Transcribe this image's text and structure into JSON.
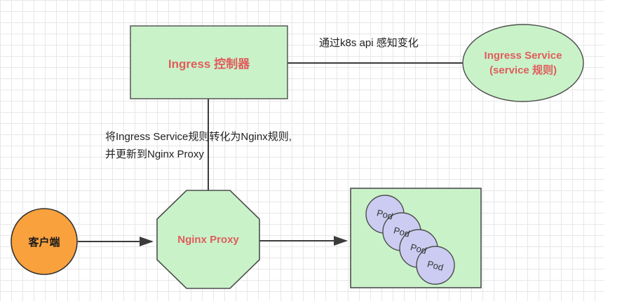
{
  "diagram": {
    "nodes": {
      "ingress_controller": {
        "label": "Ingress 控制器"
      },
      "ingress_service": {
        "label_line1": "Ingress Service",
        "label_line2": "(service 规则)"
      },
      "nginx_proxy": {
        "label": "Nginx Proxy"
      },
      "client": {
        "label": "客户端"
      },
      "pods": {
        "labels": [
          "Pod",
          "Pod",
          "Pod",
          "Pod"
        ]
      }
    },
    "edges": {
      "controller_service": {
        "label": "通过k8s api 感知变化"
      },
      "controller_proxy": {
        "label_line1": "将Ingress Service规则转化为Nginx规则,",
        "label_line2": "并更新到Nginx Proxy"
      }
    },
    "colors": {
      "node_fill": "#c9f2c9",
      "node_border": "#4d4d4d",
      "accent_text": "#e05c5c",
      "client_fill": "#f9a13d",
      "pod_fill": "#ccccf2",
      "edge": "#3b3b3b",
      "grid_line": "#e7e7e7",
      "background": "#ffffff"
    }
  }
}
